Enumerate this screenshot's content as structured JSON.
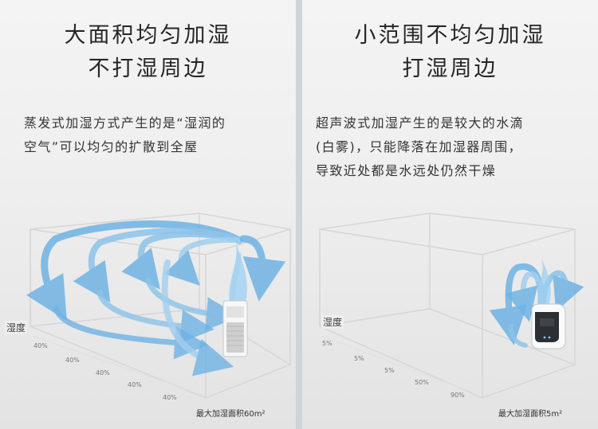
{
  "left": {
    "title_line1": "大面积均匀加湿",
    "title_line2": "不打湿周边",
    "desc_line1": "蒸发式加湿方式产生的是“湿润的",
    "desc_line2": "空气”可以均匀的扩散到全屋",
    "humidity_label": "湿度",
    "ticks": [
      "40%",
      "40%",
      "40%",
      "40%",
      "40%"
    ],
    "area_label": "最大加湿面积60m²"
  },
  "right": {
    "title_line1": "小范围不均匀加湿",
    "title_line2": "打湿周边",
    "desc_line1": "超声波式加湿产生的是较大的水滴",
    "desc_line2": "(白雾)，只能降落在加湿器周围，",
    "desc_line3": "导致近处都是水远处仍然干燥",
    "humidity_label": "湿度",
    "ticks": [
      "5%",
      "5%",
      "5%",
      "50%",
      "90%"
    ],
    "area_label": "最大加湿面积5m²"
  },
  "colors": {
    "arrow": "#8cc3ea",
    "arrow_dark": "#4d9fd8",
    "room_line": "#d9d9d9"
  },
  "icons": {
    "evaporative_humidifier": "tower-humidifier-icon",
    "ultrasonic_humidifier": "ultrasonic-humidifier-icon"
  }
}
